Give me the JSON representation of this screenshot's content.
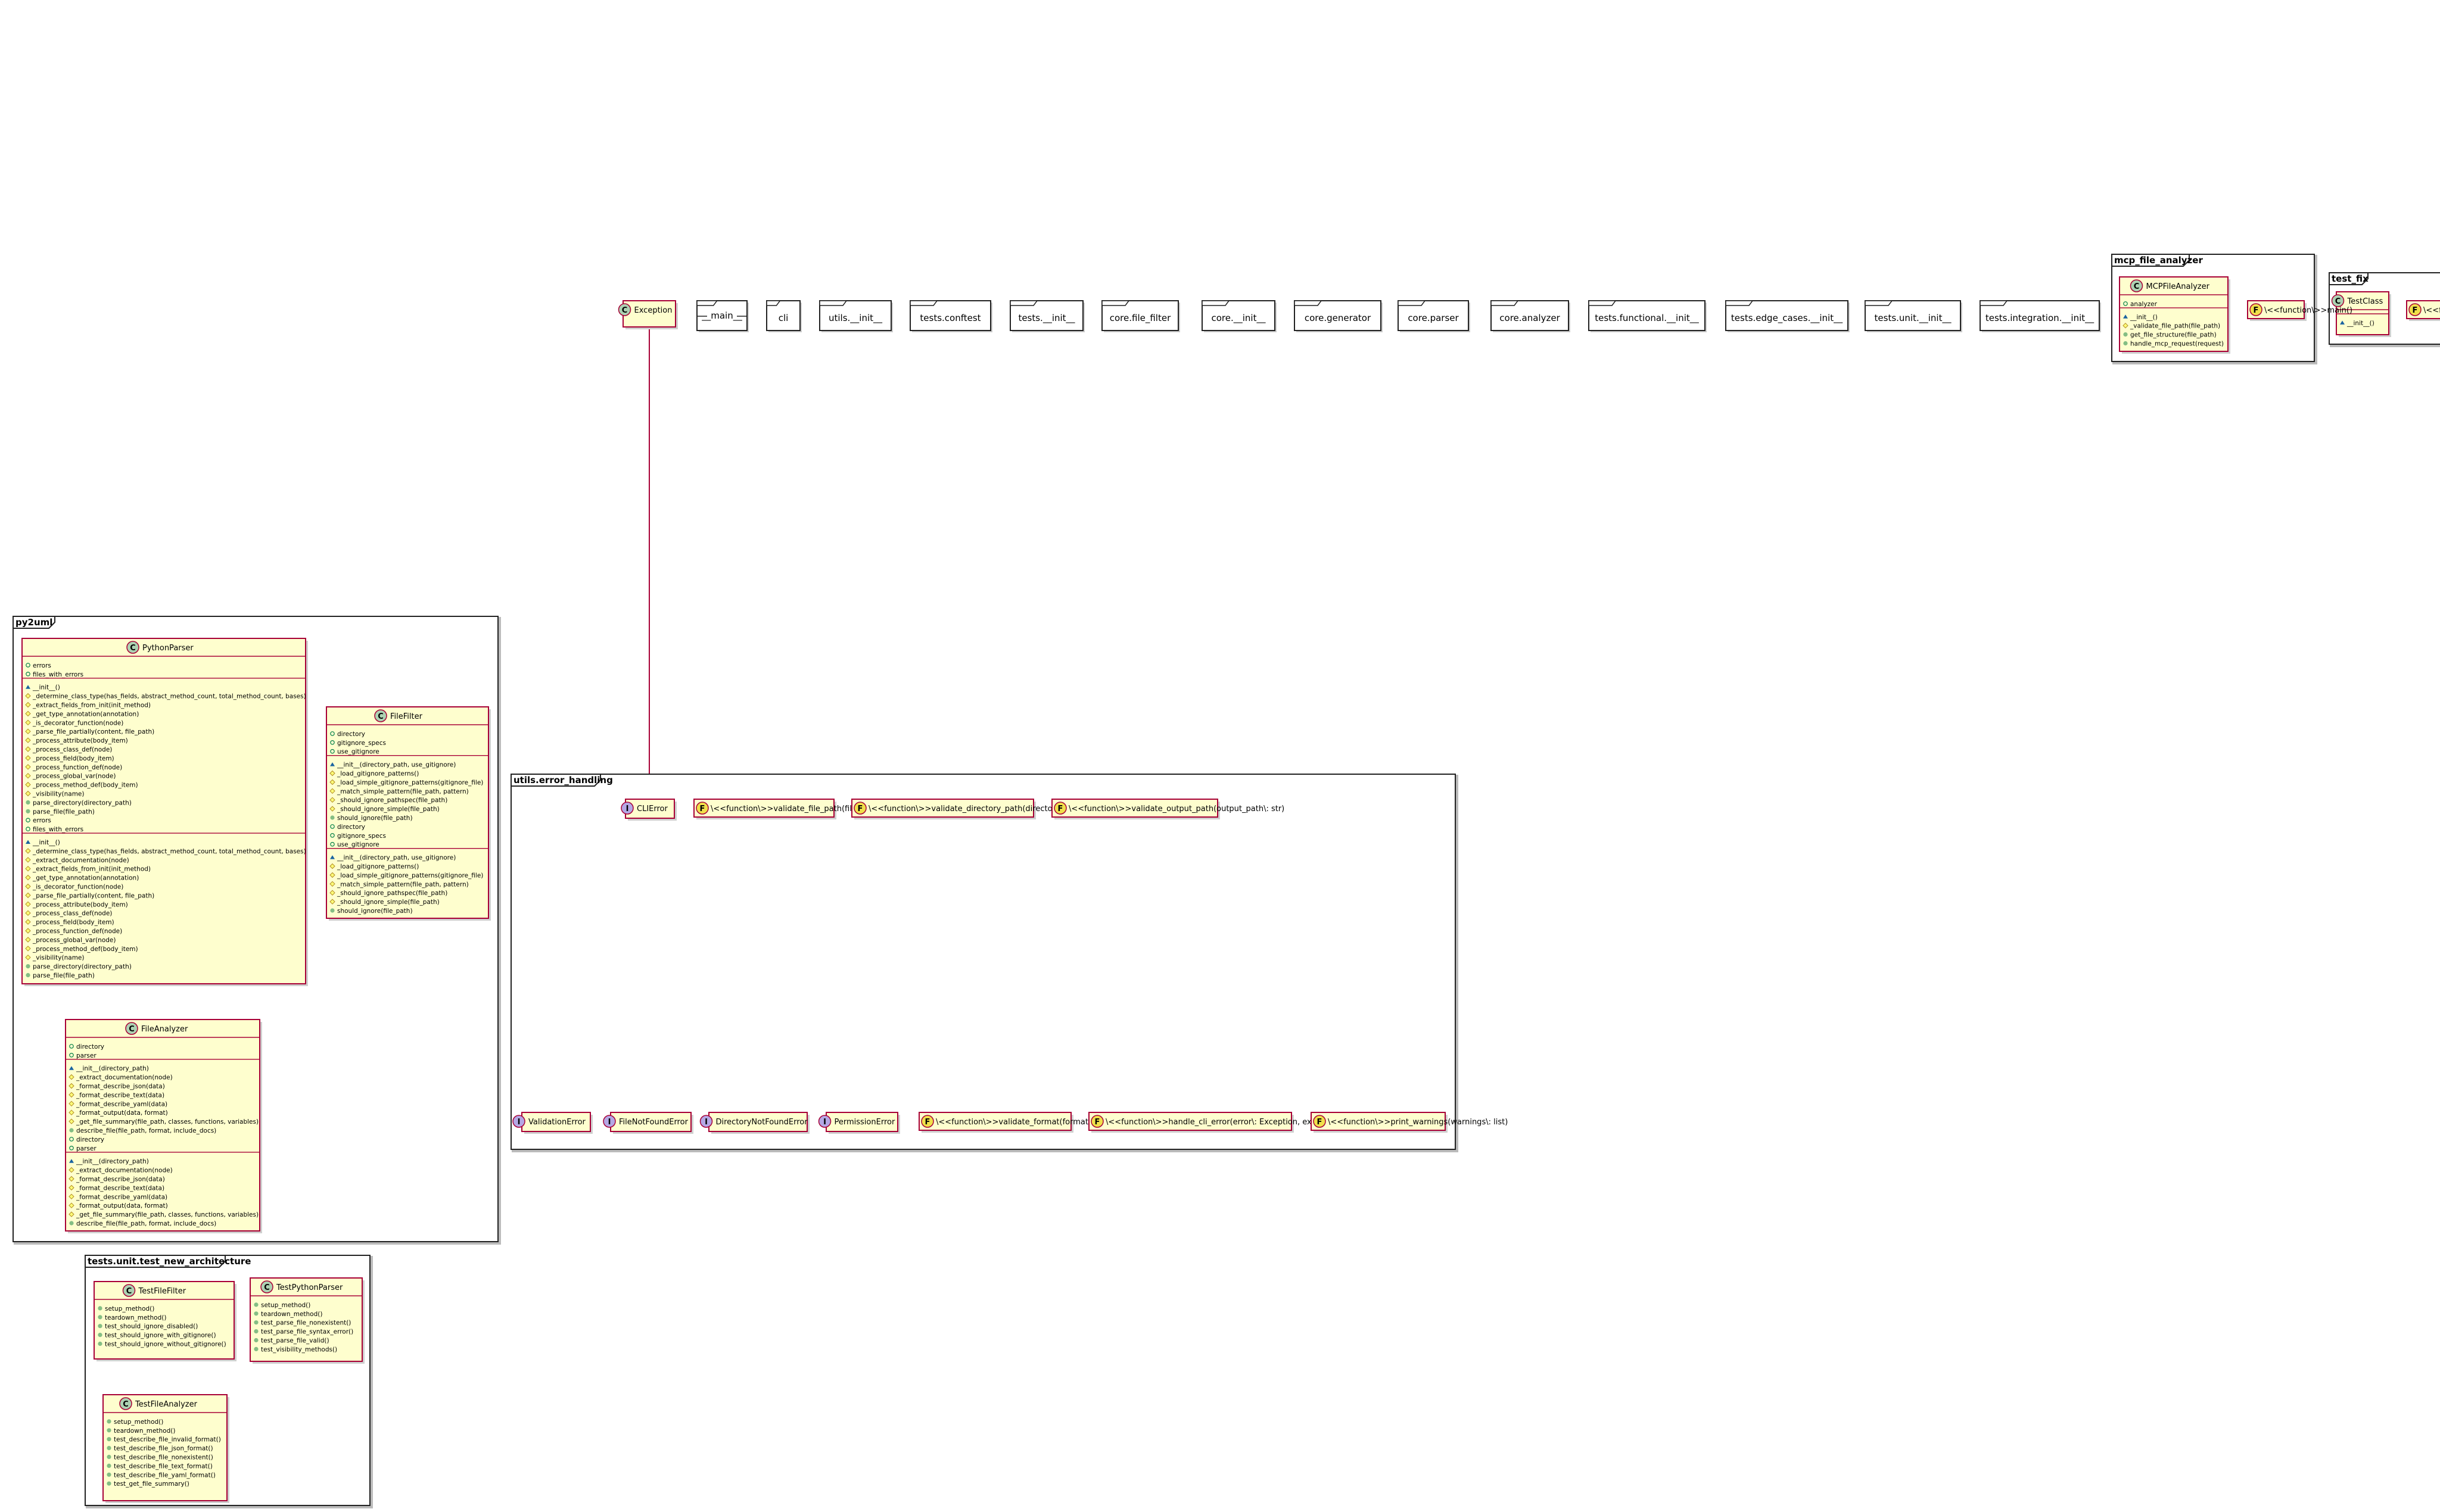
{
  "packages": {
    "py2uml": "py2uml",
    "utils_error_handling": "utils.error_handling",
    "tests_unit_test_new_architecture": "tests.unit.test_new_architecture",
    "mcp_file_analyzer": "mcp_file_analyzer",
    "test_fix": "test_fix"
  },
  "modules": [
    "__main__",
    "cli",
    "utils.__init__",
    "tests.conftest",
    "tests.__init__",
    "core.file_filter",
    "core.__init__",
    "core.generator",
    "core.parser",
    "core.analyzer",
    "tests.functional.__init__",
    "tests.edge_cases.__init__",
    "tests.unit.__init__",
    "tests.integration.__init__"
  ],
  "classes": {
    "exception": {
      "kind": "C",
      "name": "Exception",
      "members": []
    },
    "python_parser": {
      "kind": "C",
      "name": "PythonParser",
      "members": [
        [
          "attr",
          "errors"
        ],
        [
          "attr",
          "files_with_errors"
        ],
        [
          "sep",
          ""
        ],
        [
          "pkg",
          "__init__()"
        ],
        [
          "prot",
          "_determine_class_type(has_fields, abstract_method_count, total_method_count, bases)"
        ],
        [
          "prot",
          "_extract_fields_from_init(init_method)"
        ],
        [
          "prot",
          "_get_type_annotation(annotation)"
        ],
        [
          "prot",
          "_is_decorator_function(node)"
        ],
        [
          "prot",
          "_parse_file_partially(content, file_path)"
        ],
        [
          "prot",
          "_process_attribute(body_item)"
        ],
        [
          "prot",
          "_process_class_def(node)"
        ],
        [
          "prot",
          "_process_field(body_item)"
        ],
        [
          "prot",
          "_process_function_def(node)"
        ],
        [
          "prot",
          "_process_global_var(node)"
        ],
        [
          "prot",
          "_process_method_def(body_item)"
        ],
        [
          "prot",
          "_visibility(name)"
        ],
        [
          "pub",
          "parse_directory(directory_path)"
        ],
        [
          "pub",
          "parse_file(file_path)"
        ],
        [
          "attr",
          "errors"
        ],
        [
          "attr",
          "files_with_errors"
        ],
        [
          "sep",
          ""
        ],
        [
          "pkg",
          "__init__()"
        ],
        [
          "prot",
          "_determine_class_type(has_fields, abstract_method_count, total_method_count, bases)"
        ],
        [
          "prot",
          "_extract_documentation(node)"
        ],
        [
          "prot",
          "_extract_fields_from_init(init_method)"
        ],
        [
          "prot",
          "_get_type_annotation(annotation)"
        ],
        [
          "prot",
          "_is_decorator_function(node)"
        ],
        [
          "prot",
          "_parse_file_partially(content, file_path)"
        ],
        [
          "prot",
          "_process_attribute(body_item)"
        ],
        [
          "prot",
          "_process_class_def(node)"
        ],
        [
          "prot",
          "_process_field(body_item)"
        ],
        [
          "prot",
          "_process_function_def(node)"
        ],
        [
          "prot",
          "_process_global_var(node)"
        ],
        [
          "prot",
          "_process_method_def(body_item)"
        ],
        [
          "prot",
          "_visibility(name)"
        ],
        [
          "pub",
          "parse_directory(directory_path)"
        ],
        [
          "pub",
          "parse_file(file_path)"
        ]
      ]
    },
    "file_filter": {
      "kind": "C",
      "name": "FileFilter",
      "members": [
        [
          "attr",
          "directory"
        ],
        [
          "attr",
          "gitignore_specs"
        ],
        [
          "attr",
          "use_gitignore"
        ],
        [
          "sep",
          ""
        ],
        [
          "pkg",
          "__init__(directory_path, use_gitignore)"
        ],
        [
          "prot",
          "_load_gitignore_patterns()"
        ],
        [
          "prot",
          "_load_simple_gitignore_patterns(gitignore_file)"
        ],
        [
          "prot",
          "_match_simple_pattern(file_path, pattern)"
        ],
        [
          "prot",
          "_should_ignore_pathspec(file_path)"
        ],
        [
          "prot",
          "_should_ignore_simple(file_path)"
        ],
        [
          "pub",
          "should_ignore(file_path)"
        ],
        [
          "attr",
          "directory"
        ],
        [
          "attr",
          "gitignore_specs"
        ],
        [
          "attr",
          "use_gitignore"
        ],
        [
          "sep",
          ""
        ],
        [
          "pkg",
          "__init__(directory_path, use_gitignore)"
        ],
        [
          "prot",
          "_load_gitignore_patterns()"
        ],
        [
          "prot",
          "_load_simple_gitignore_patterns(gitignore_file)"
        ],
        [
          "prot",
          "_match_simple_pattern(file_path, pattern)"
        ],
        [
          "prot",
          "_should_ignore_pathspec(file_path)"
        ],
        [
          "prot",
          "_should_ignore_simple(file_path)"
        ],
        [
          "pub",
          "should_ignore(file_path)"
        ]
      ]
    },
    "file_analyzer": {
      "kind": "C",
      "name": "FileAnalyzer",
      "members": [
        [
          "attr",
          "directory"
        ],
        [
          "attr",
          "parser"
        ],
        [
          "sep",
          ""
        ],
        [
          "pkg",
          "__init__(directory_path)"
        ],
        [
          "prot",
          "_extract_documentation(node)"
        ],
        [
          "prot",
          "_format_describe_json(data)"
        ],
        [
          "prot",
          "_format_describe_text(data)"
        ],
        [
          "prot",
          "_format_describe_yaml(data)"
        ],
        [
          "prot",
          "_format_output(data, format)"
        ],
        [
          "prot",
          "_get_file_summary(file_path, classes, functions, variables)"
        ],
        [
          "pub",
          "describe_file(file_path, format, include_docs)"
        ],
        [
          "attr",
          "directory"
        ],
        [
          "attr",
          "parser"
        ],
        [
          "sep",
          ""
        ],
        [
          "pkg",
          "__init__(directory_path)"
        ],
        [
          "prot",
          "_extract_documentation(node)"
        ],
        [
          "prot",
          "_format_describe_json(data)"
        ],
        [
          "prot",
          "_format_describe_text(data)"
        ],
        [
          "prot",
          "_format_describe_yaml(data)"
        ],
        [
          "prot",
          "_format_output(data, format)"
        ],
        [
          "prot",
          "_get_file_summary(file_path, classes, functions, variables)"
        ],
        [
          "pub",
          "describe_file(file_path, format, include_docs)"
        ]
      ]
    },
    "test_file_filter": {
      "kind": "C",
      "name": "TestFileFilter",
      "members": [
        [
          "pub",
          "setup_method()"
        ],
        [
          "pub",
          "teardown_method()"
        ],
        [
          "pub",
          "test_should_ignore_disabled()"
        ],
        [
          "pub",
          "test_should_ignore_with_gitignore()"
        ],
        [
          "pub",
          "test_should_ignore_without_gitignore()"
        ]
      ]
    },
    "test_python_parser": {
      "kind": "C",
      "name": "TestPythonParser",
      "members": [
        [
          "pub",
          "setup_method()"
        ],
        [
          "pub",
          "teardown_method()"
        ],
        [
          "pub",
          "test_parse_file_nonexistent()"
        ],
        [
          "pub",
          "test_parse_file_syntax_error()"
        ],
        [
          "pub",
          "test_parse_file_valid()"
        ],
        [
          "pub",
          "test_visibility_methods()"
        ]
      ]
    },
    "test_file_analyzer": {
      "kind": "C",
      "name": "TestFileAnalyzer",
      "members": [
        [
          "pub",
          "setup_method()"
        ],
        [
          "pub",
          "teardown_method()"
        ],
        [
          "pub",
          "test_describe_file_invalid_format()"
        ],
        [
          "pub",
          "test_describe_file_json_format()"
        ],
        [
          "pub",
          "test_describe_file_nonexistent()"
        ],
        [
          "pub",
          "test_describe_file_text_format()"
        ],
        [
          "pub",
          "test_describe_file_yaml_format()"
        ],
        [
          "pub",
          "test_get_file_summary()"
        ]
      ]
    },
    "mcp_file_analyzer": {
      "kind": "C",
      "name": "MCPFileAnalyzer",
      "members": [
        [
          "attr",
          "analyzer"
        ],
        [
          "sep",
          ""
        ],
        [
          "pkg",
          "__init__()"
        ],
        [
          "prot",
          "_validate_file_path(file_path)"
        ],
        [
          "pub",
          "get_file_structure(file_path)"
        ],
        [
          "pub",
          "handle_mcp_request(request)"
        ]
      ]
    },
    "test_class": {
      "kind": "C",
      "name": "TestClass",
      "members": [
        [
          "sep",
          ""
        ],
        [
          "pkg",
          "__init__()"
        ]
      ]
    },
    "cli_error": {
      "kind": "I",
      "name": "CLIError",
      "members": []
    },
    "validation_error": {
      "kind": "I",
      "name": "ValidationError",
      "members": []
    },
    "file_not_found_error": {
      "kind": "I",
      "name": "FileNotFoundError",
      "members": []
    },
    "directory_not_found_error": {
      "kind": "I",
      "name": "DirectoryNotFoundError",
      "members": []
    },
    "permission_error": {
      "kind": "I",
      "name": "PermissionError",
      "members": []
    }
  },
  "functions": {
    "validate_file_path": "\\<<function\\>>validate_file_path(file_path\\: str)",
    "validate_directory_path": "\\<<function\\>>validate_directory_path(directory_path\\: str)",
    "validate_output_path": "\\<<function\\>>validate_output_path(output_path\\: str)",
    "validate_format": "\\<<function\\>>validate_format(format_name\\: str)",
    "handle_cli_error": "\\<<function\\>>handle_cli_error(error\\: Exception, exit_code\\: int)",
    "print_warnings": "\\<<function\\>>print_warnings(warnings\\: list)",
    "main": "\\<<function\\>>main()",
    "test_fix_function": "\\<<function\\>>"
  },
  "colors": {
    "class_fill": "#fefece",
    "class_border": "#a80036",
    "class_circle": "#add1b2",
    "interface_circle": "#b4a7e5",
    "function_circle": "#f0e04a",
    "edge": "#a80036"
  }
}
